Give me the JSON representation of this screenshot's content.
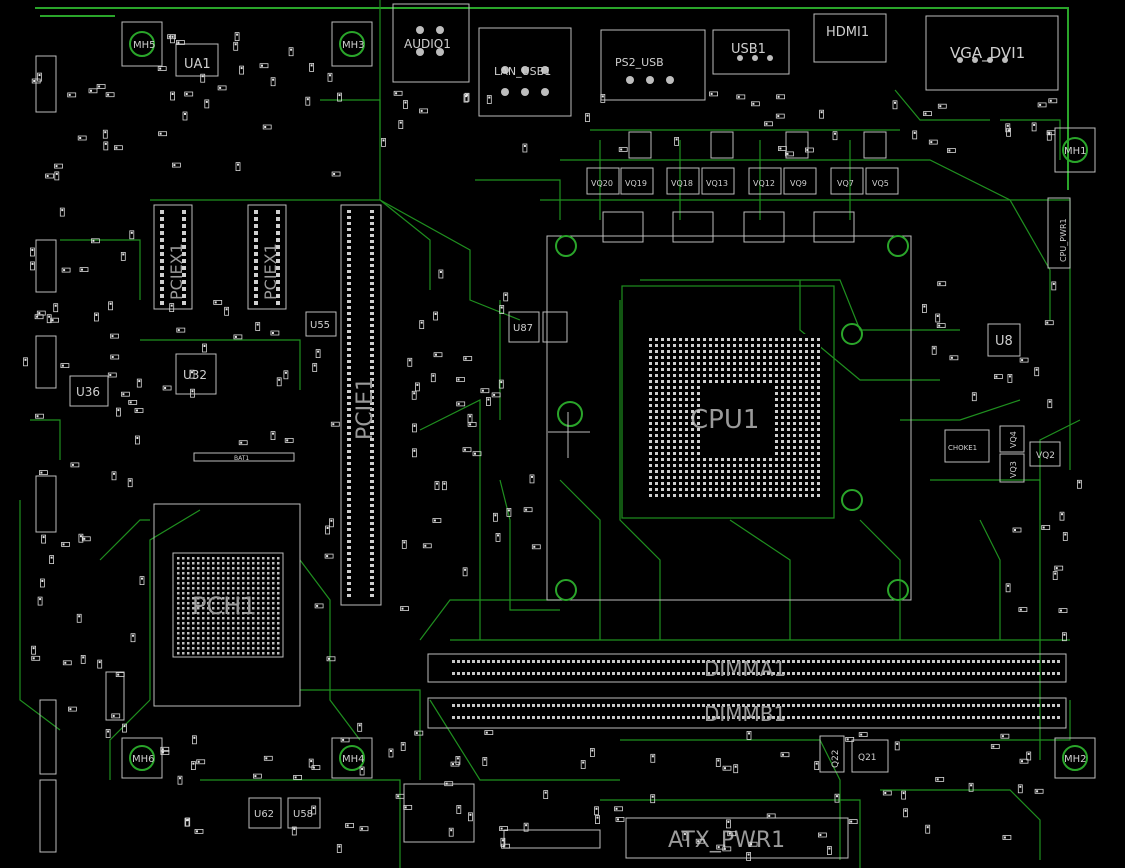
{
  "board": {
    "background": "#000000",
    "trace_color": "#1f8f1f",
    "silkscreen_color": "#d0d0d0"
  },
  "labels": {
    "mh5_top": "MH5",
    "ua1": "UA1",
    "mh3": "MH3",
    "audio1": "AUDIO1",
    "lan_usb1": "LAN_USB1",
    "ps2_usb": "PS2_USB",
    "usb1": "USB1",
    "hdmi1": "HDMI1",
    "vga_dvi1": "VGA_DVI1",
    "mh1": "MH1",
    "pcie_x1_a": "PCIEX1",
    "pcie_x1_b": "PCIEX1",
    "pcie1": "PCIE1",
    "u55": "U55",
    "u87": "U87",
    "u36": "U36",
    "u32": "U32",
    "u8": "U8",
    "bat1": "BAT1",
    "cpu1": "CPU1",
    "pch1": "PCH1",
    "dimma1": "DIMMA1",
    "dimmb1": "DIMMB1",
    "mh6": "MH6",
    "mh4": "MH4",
    "mh2": "MH2",
    "u62": "U62",
    "u58": "U58",
    "q21": "Q21",
    "q22": "Q22",
    "atx_pwr1": "ATX_PWR1",
    "cpu_pwr1": "CPU_PWR1",
    "vq2": "VQ2",
    "vq3": "VQ3",
    "vq4": "VQ4",
    "vq20": "VQ20",
    "vq19": "VQ19",
    "vq18": "VQ18",
    "vq13": "VQ13",
    "vq12": "VQ12",
    "vq9": "VQ9",
    "vq7": "VQ7",
    "vq5": "VQ5",
    "choke1": "CHOKE1"
  }
}
